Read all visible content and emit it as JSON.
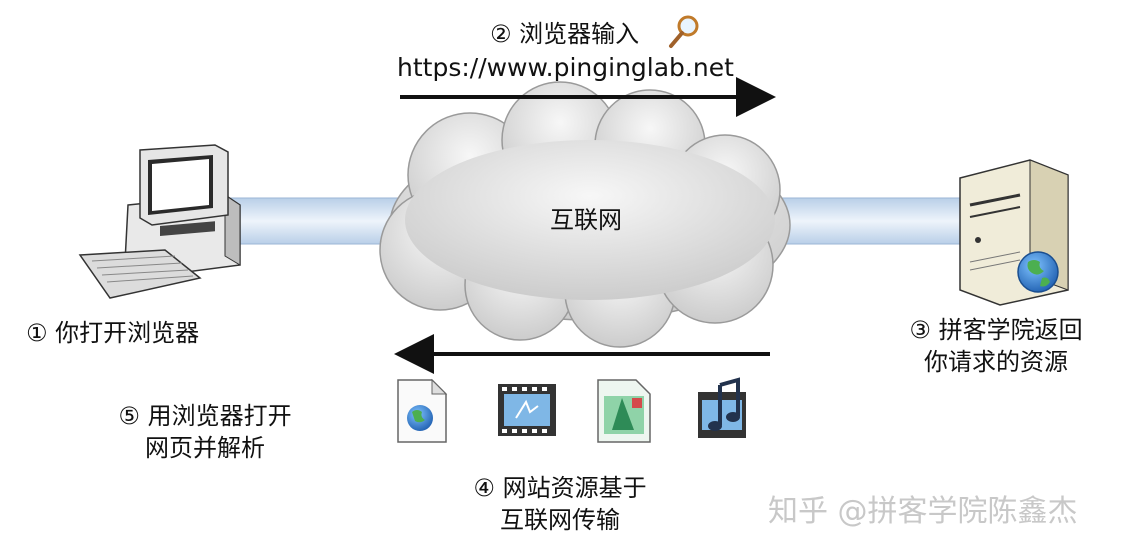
{
  "step_browser_input": "② 浏览器输入",
  "url": "https://www.pinginglab.net",
  "cloud_label": "互联网",
  "step_open_browser": "① 你打开浏览器",
  "step_server_line1": "③ 拼客学院返回",
  "step_server_line2": "你请求的资源",
  "step_render_line1": "⑤ 用浏览器打开",
  "step_render_line2": "网页并解析",
  "step_transfer_line1": "④ 网站资源基于",
  "step_transfer_line2": "互联网传输",
  "watermark": "知乎 @拼客学院陈鑫杰",
  "icons": [
    "magnifier-icon",
    "computer-icon",
    "server-icon",
    "globe-icon",
    "html-document-icon",
    "video-film-icon",
    "image-file-icon",
    "audio-file-icon"
  ],
  "colors": {
    "arrow": "#111111",
    "link_band": "#cfe0f2",
    "cloud": "#d9d9d9"
  }
}
